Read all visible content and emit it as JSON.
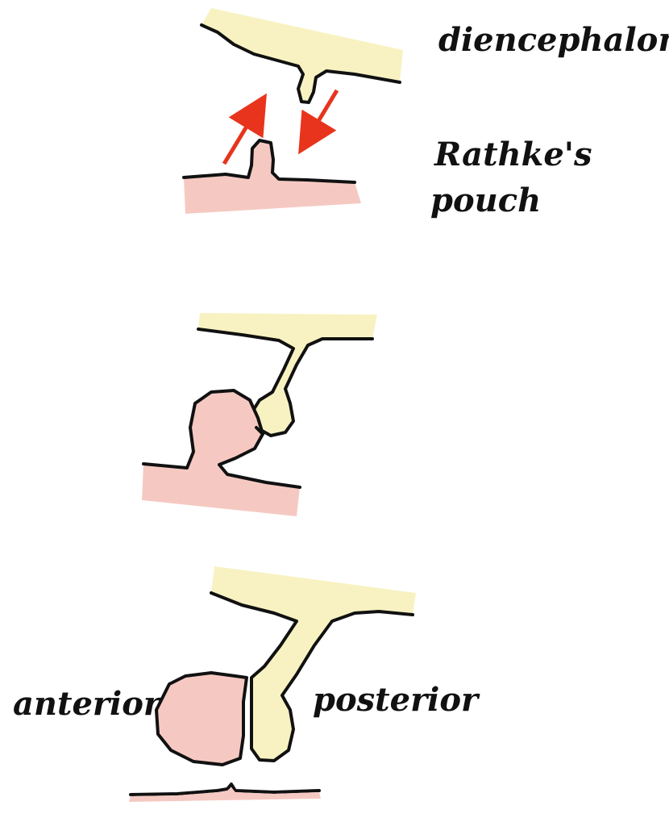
{
  "labels": {
    "diencephalon": "diencephalon",
    "rathkes_pouch_line1": "Rathke's",
    "rathkes_pouch_line2": "pouch",
    "anterior": "anterior",
    "posterior": "posterior"
  },
  "colors": {
    "neural_tissue": "#f8f2c2",
    "oral_ectoderm": "#f5c9c2",
    "outline": "#111111",
    "arrow": "#e8341c",
    "text": "#111111",
    "background": "#ffffff"
  },
  "stages": [
    {
      "name": "stage-1",
      "arrows": [
        "up",
        "down"
      ]
    },
    {
      "name": "stage-2",
      "arrows": []
    },
    {
      "name": "stage-3",
      "arrows": []
    }
  ]
}
